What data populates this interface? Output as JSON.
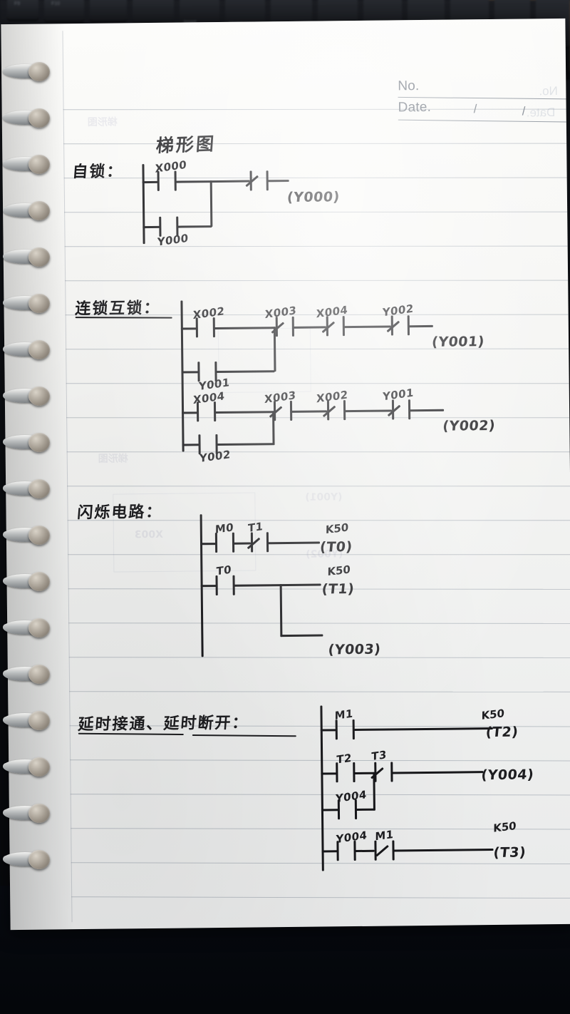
{
  "photo": {
    "subject": "handwritten spiral notebook page of PLC ladder diagrams",
    "surface": "dark keyboard and desk"
  },
  "notebook": {
    "header": {
      "no_label": "No.",
      "date_label": "Date.",
      "date_slash_1": "/",
      "date_slash_2": "/"
    },
    "page_title": "梯形图"
  },
  "sections": [
    {
      "id": "self-lock",
      "heading": "自锁：",
      "rungs": [
        {
          "contacts": [
            {
              "label": "X000",
              "type": "NO"
            },
            {
              "label": "",
              "type": "NC"
            }
          ],
          "coil": "(Y000)"
        },
        {
          "contacts": [
            {
              "label": "Y000",
              "type": "NO"
            }
          ],
          "coil": ""
        }
      ]
    },
    {
      "id": "interlock",
      "heading": "连锁互锁：",
      "rungs": [
        {
          "contacts": [
            {
              "label": "X002",
              "type": "NO"
            },
            {
              "label": "X003",
              "type": "NC"
            },
            {
              "label": "X004",
              "type": "NC"
            },
            {
              "label": "Y002",
              "type": "NC"
            }
          ],
          "coil": "(Y001)"
        },
        {
          "contacts": [
            {
              "label": "Y001",
              "type": "NO"
            }
          ],
          "coil": ""
        },
        {
          "contacts": [
            {
              "label": "X004",
              "type": "NO"
            },
            {
              "label": "X003",
              "type": "NC"
            },
            {
              "label": "X002",
              "type": "NC"
            },
            {
              "label": "Y001",
              "type": "NC"
            }
          ],
          "coil": "(Y002)"
        },
        {
          "contacts": [
            {
              "label": "Y002",
              "type": "NO"
            }
          ],
          "coil": ""
        }
      ]
    },
    {
      "id": "flash-circuit",
      "heading": "闪烁电路：",
      "rungs": [
        {
          "contacts": [
            {
              "label": "M0",
              "type": "NO"
            },
            {
              "label": "T1",
              "type": "NC"
            }
          ],
          "preset": "K50",
          "coil": "(T0)"
        },
        {
          "contacts": [
            {
              "label": "T0",
              "type": "NO"
            }
          ],
          "preset": "K50",
          "coil": "(T1)"
        },
        {
          "contacts": [],
          "preset": "",
          "coil": "(Y003)"
        }
      ]
    },
    {
      "id": "delay-on-delay-off",
      "heading": "延时接通、延时断开：",
      "rungs": [
        {
          "contacts": [
            {
              "label": "M1",
              "type": "NO"
            }
          ],
          "preset": "K50",
          "coil": "(T2)"
        },
        {
          "contacts": [
            {
              "label": "T2",
              "type": "NO"
            },
            {
              "label": "T3",
              "type": "NC"
            }
          ],
          "preset": "",
          "coil": "(Y004)"
        },
        {
          "contacts": [
            {
              "label": "Y004",
              "type": "NO"
            }
          ],
          "preset": "",
          "coil": ""
        },
        {
          "contacts": [
            {
              "label": "Y004",
              "type": "NO"
            },
            {
              "label": "M1",
              "type": "NC"
            }
          ],
          "preset": "K50",
          "coil": "(T3)"
        }
      ]
    }
  ],
  "colors": {
    "ink": "#17171a",
    "rule_line": "#78828f",
    "paper": "#f7f7f5",
    "header_text": "#6f7680"
  }
}
